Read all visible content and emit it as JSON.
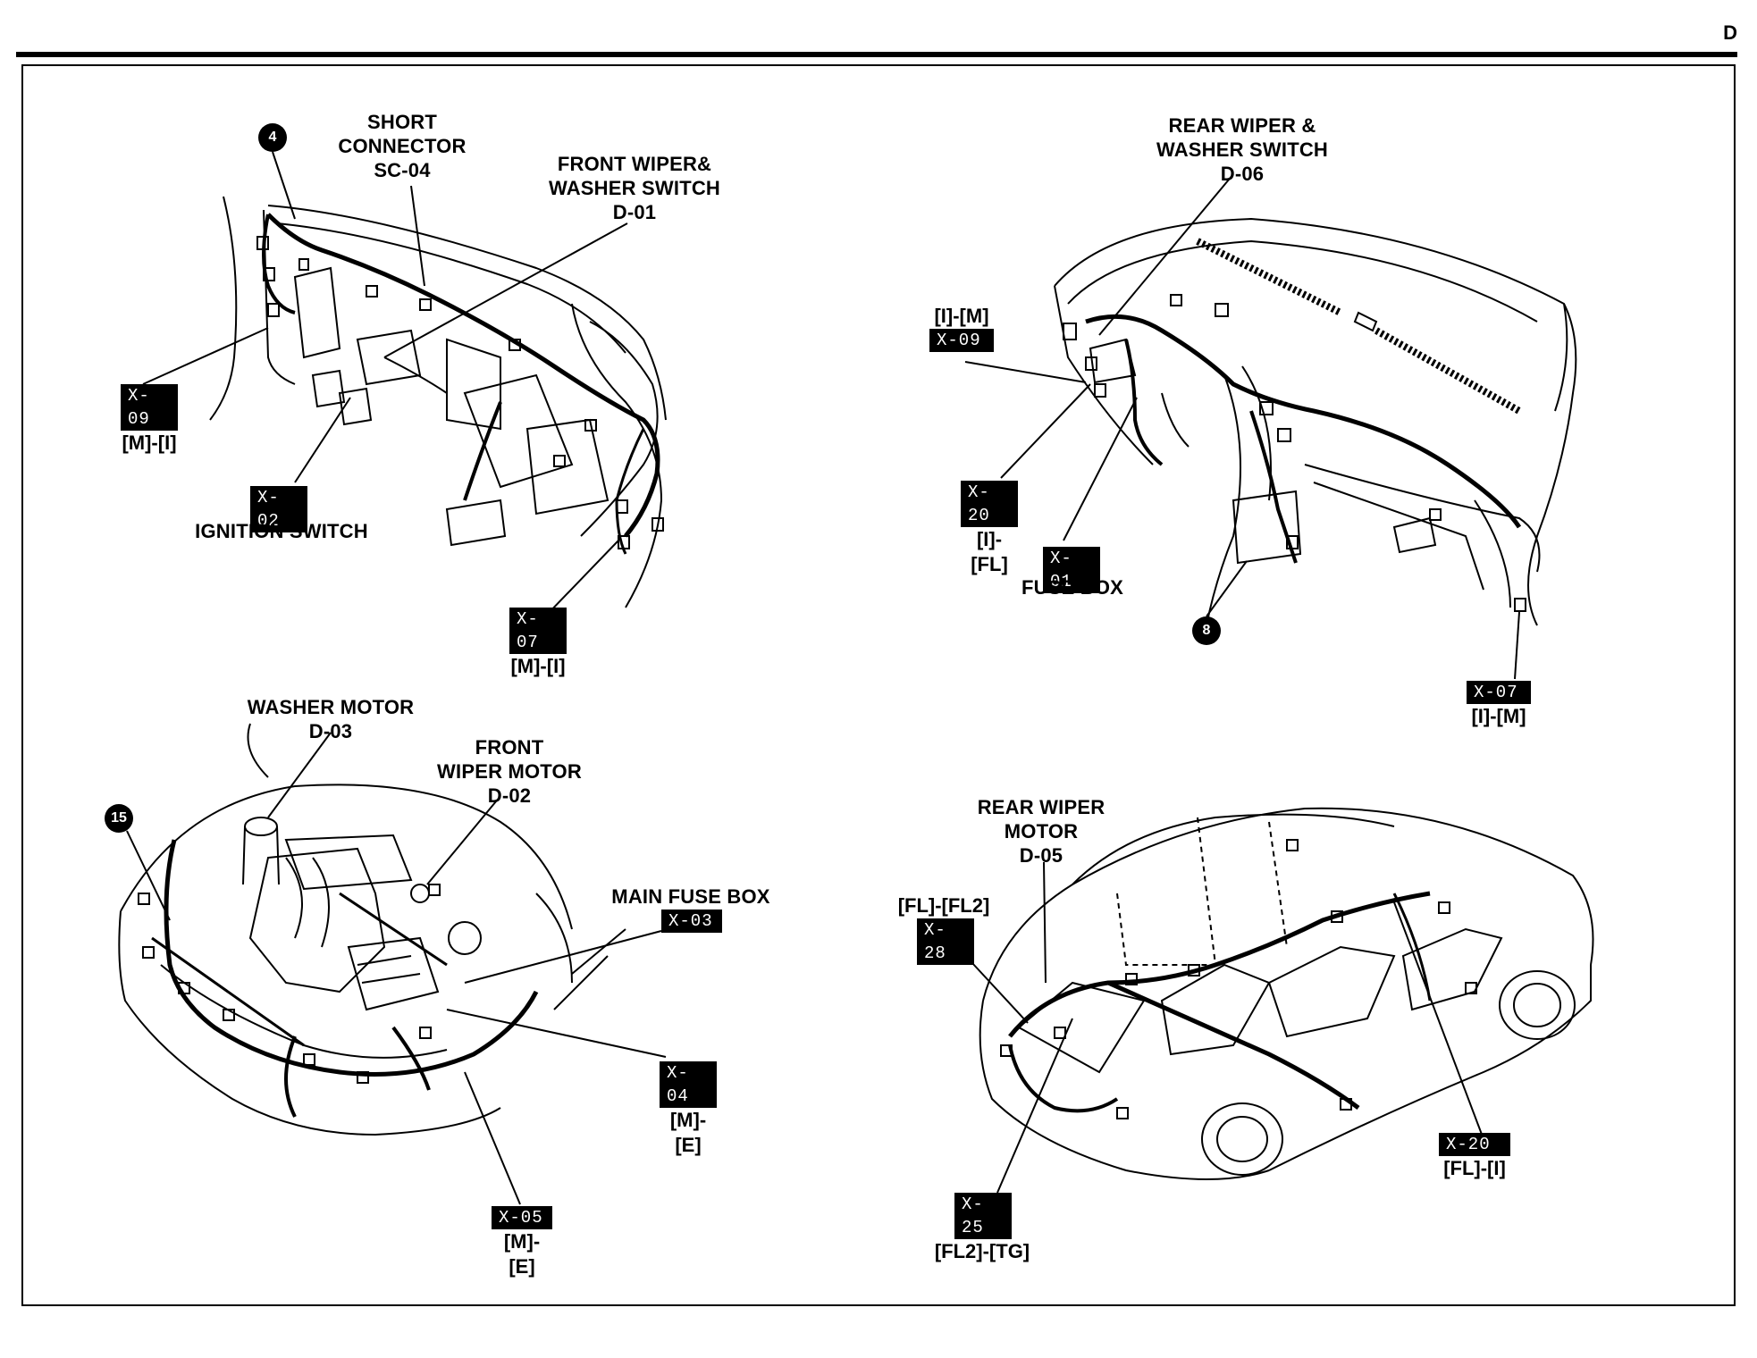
{
  "page_letter": "D",
  "panels": {
    "dashboard_left": {
      "short_connector": "SHORT\nCONNECTOR\nSC-04",
      "front_wiper_switch": "FRONT WIPER&\nWASHER SWITCH\nD-01",
      "ignition_switch_label": "IGNITION SWITCH",
      "ground_point": "4",
      "connectors": [
        {
          "code": "X-09",
          "pair": "[M]-[I]"
        },
        {
          "code": "X-02",
          "pair": ""
        },
        {
          "code": "X-07",
          "pair": "[M]-[I]"
        }
      ]
    },
    "dashboard_right": {
      "rear_wiper_switch": "REAR WIPER &\nWASHER SWITCH\nD-06",
      "fuse_box_label": "FUSE BOX",
      "ground_point": "8",
      "connectors": [
        {
          "code": "X-09",
          "pair": "[I]-[M]"
        },
        {
          "code": "X-20",
          "pair": "[I]-[FL]"
        },
        {
          "code": "X-01",
          "pair": ""
        },
        {
          "code": "X-07",
          "pair": "[I]-[M]"
        }
      ]
    },
    "engine_bay": {
      "washer_motor": "WASHER MOTOR\nD-03",
      "front_wiper_motor": "FRONT\nWIPER MOTOR\nD-02",
      "main_fuse_box_label": "MAIN FUSE BOX",
      "ground_point": "15",
      "connectors": [
        {
          "code": "X-03",
          "pair": ""
        },
        {
          "code": "X-04",
          "pair": "[M]-[E]"
        },
        {
          "code": "X-05",
          "pair": "[M]-[E]"
        }
      ]
    },
    "rear_body": {
      "rear_wiper_motor": "REAR WIPER\nMOTOR\nD-05",
      "connectors": [
        {
          "code": "X-28",
          "pair": "[FL]-[FL2]"
        },
        {
          "code": "X-25",
          "pair": "[FL2]-[TG]"
        },
        {
          "code": "X-20",
          "pair": "[FL]-[I]"
        }
      ]
    }
  }
}
